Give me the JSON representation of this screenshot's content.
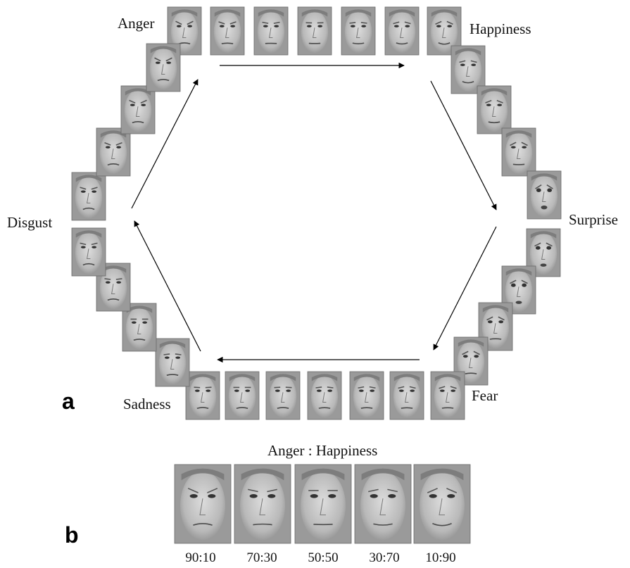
{
  "figure": {
    "panel_a": "a",
    "panel_b": "b",
    "emotions": {
      "anger": "Anger",
      "happiness": "Happiness",
      "surprise": "Surprise",
      "fear": "Fear",
      "sadness": "Sadness",
      "disgust": "Disgust"
    },
    "b_title": "Anger : Happiness",
    "b_ratios": [
      "90:10",
      "70:30",
      "50:50",
      "30:70",
      "10:90"
    ]
  },
  "colors": {
    "arrow": "#000000",
    "face_bg": "#8a8a8a",
    "face_skin": "#c9c9c9",
    "text": "#111111"
  }
}
